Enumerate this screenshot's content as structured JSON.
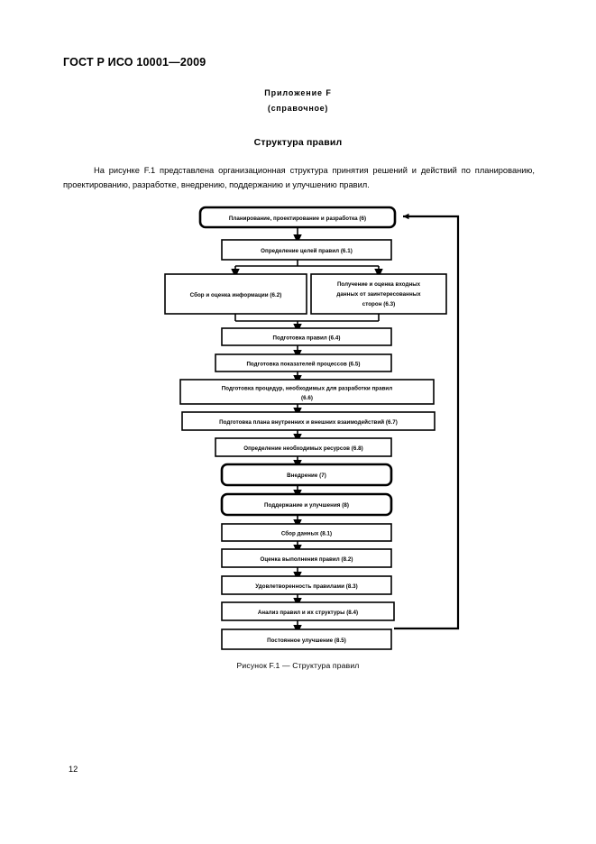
{
  "document": {
    "standard_header": "ГОСТ Р ИСО 10001—2009",
    "annex_label": "Приложение F",
    "annex_kind": "(справочное)",
    "section_title": "Структура правил",
    "intro_paragraph": "На рисунке F.1 представлена организационная структура принятия решений и действий по планированию, проектированию, разработке, внедрению, поддержанию и улучшению правил.",
    "figure_caption": "Рисунок F.1 — Структура правил",
    "page_number": "12"
  },
  "diagram": {
    "type": "flowchart",
    "orientation": "top-to-bottom",
    "feedback_loop": {
      "from_node": "analysis-of-code-and-structure",
      "to_node": "planning-design-development",
      "routing": "right-side-return"
    },
    "nodes": [
      {
        "id": "planning-design-development",
        "label": "Планирование, проектирование и разработка (6)",
        "style": "rounded-bold",
        "lines": [
          "Планирование, проектирование и разработка (6)"
        ]
      },
      {
        "id": "determine-code-objectives",
        "label": "Определение целей правил (6.1)",
        "style": "plain",
        "lines": [
          "Определение целей правил (6.1)"
        ]
      },
      {
        "id": "collect-evaluate-information",
        "label": "Сбор и оценка информации (6.2)",
        "style": "plain",
        "lines": [
          "Сбор и оценка информации (6.2)"
        ]
      },
      {
        "id": "obtain-evaluate-stakeholder-input",
        "label": "Получение и оценка входных данных от заинтересованных сторон (6.3)",
        "style": "plain",
        "lines": [
          "Получение и оценка входных",
          "данных от заинтересованных",
          "сторон (6.3)"
        ]
      },
      {
        "id": "prepare-code",
        "label": "Подготовка правил (6.4)",
        "style": "plain",
        "lines": [
          "Подготовка правил (6.4)"
        ]
      },
      {
        "id": "prepare-process-indicators",
        "label": "Подготовка показателей процессов (6.5)",
        "style": "plain",
        "lines": [
          "Подготовка показателей процессов (6.5)"
        ]
      },
      {
        "id": "prepare-procedures",
        "label": "Подготовка процедур, необходимых для разработки правил (6.6)",
        "style": "plain",
        "lines": [
          "Подготовка процедур, необходимых для разработки правил",
          "(6.6)"
        ]
      },
      {
        "id": "prepare-communication-plan",
        "label": "Подготовка плана внутренних и внешних взаимодействий (6.7)",
        "style": "plain",
        "lines": [
          "Подготовка плана внутренних и внешних взаимодействий (6.7)"
        ]
      },
      {
        "id": "determine-required-resources",
        "label": "Определение необходимых ресурсов (6.8)",
        "style": "plain",
        "lines": [
          "Определение необходимых ресурсов (6.8)"
        ]
      },
      {
        "id": "implementation",
        "label": "Внедрение (7)",
        "style": "rounded-bold",
        "lines": [
          "Внедрение (7)"
        ]
      },
      {
        "id": "maintenance-and-improvement",
        "label": "Поддержание и улучшения (8)",
        "style": "rounded-bold",
        "lines": [
          "Поддержание и улучшения (8)"
        ]
      },
      {
        "id": "data-collection",
        "label": "Сбор данных (8.1)",
        "style": "plain",
        "lines": [
          "Сбор данных (8.1)"
        ]
      },
      {
        "id": "code-performance-evaluation",
        "label": "Оценка выполнения правил (8.2)",
        "style": "plain",
        "lines": [
          "Оценка выполнения правил (8.2)"
        ]
      },
      {
        "id": "satisfaction-with-code",
        "label": "Удовлетворенность правилами (8.3)",
        "style": "plain",
        "lines": [
          "Удовлетворенность правилами (8.3)"
        ]
      },
      {
        "id": "analysis-of-code-and-structure",
        "label": "Анализ правил и их структуры (8.4)",
        "style": "plain",
        "lines": [
          "Анализ правил и их структуры (8.4)"
        ]
      },
      {
        "id": "continual-improvement",
        "label": "Постоянное улучшение (8.5)",
        "style": "plain",
        "lines": [
          "Постоянное улучшение (8.5)"
        ]
      }
    ]
  },
  "colors": {
    "page_background": "#ffffff",
    "ink": "#000000",
    "box_fill": "#ffffff"
  }
}
